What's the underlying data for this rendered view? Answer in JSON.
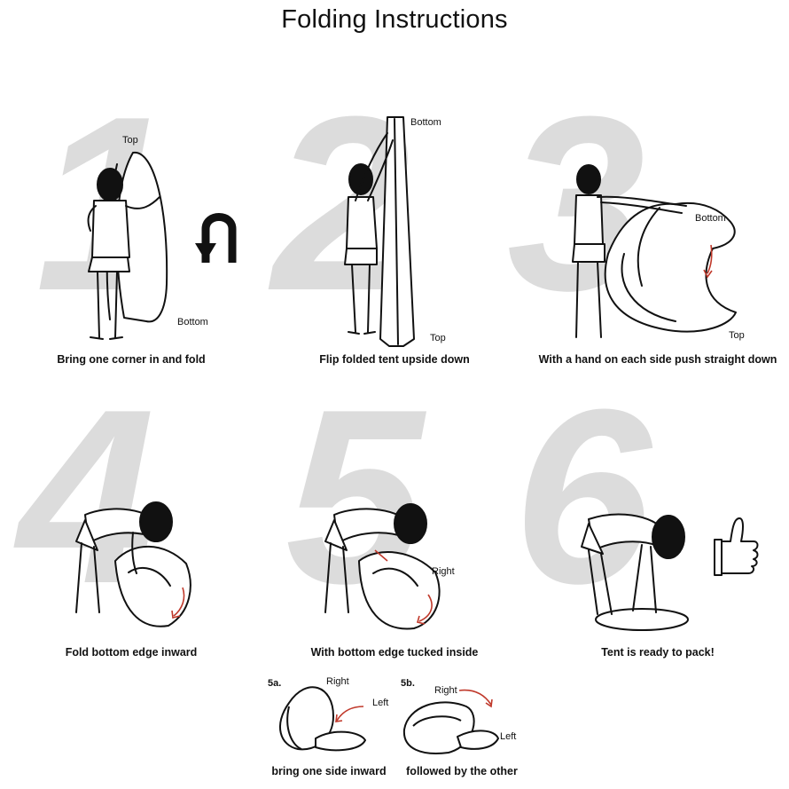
{
  "title": "Folding Instructions",
  "steps": [
    {
      "number": "1",
      "caption": "Bring one corner in and fold",
      "labels": [
        "Top",
        "Bottom"
      ],
      "icon": "u-turn-arrow-icon"
    },
    {
      "number": "2",
      "caption": "Flip folded tent upside down",
      "labels": [
        "Bottom",
        "Top"
      ]
    },
    {
      "number": "3",
      "caption": "With a hand on each side push straight down",
      "labels": [
        "Bottom",
        "Top"
      ]
    },
    {
      "number": "4",
      "caption": "Fold bottom edge inward"
    },
    {
      "number": "5",
      "caption": "With bottom edge tucked inside",
      "labels": [
        "Right"
      ]
    },
    {
      "number": "6",
      "caption": "Tent is ready to pack!",
      "icon": "thumbs-up-icon"
    }
  ],
  "substeps": [
    {
      "id": "5a.",
      "caption": "bring one side inward",
      "labels": [
        "Right",
        "Left"
      ]
    },
    {
      "id": "5b.",
      "caption": "followed by the other",
      "labels": [
        "Right",
        "Left"
      ]
    }
  ],
  "colors": {
    "number": "#dcdcdc",
    "arrow": "#c0392b",
    "ink": "#111111"
  }
}
